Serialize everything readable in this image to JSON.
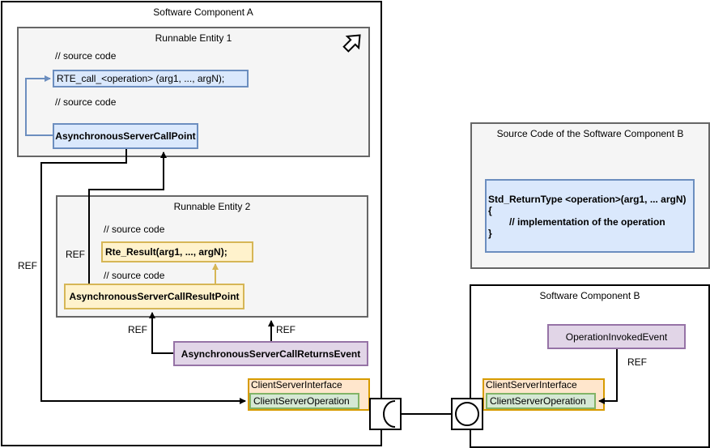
{
  "component_a": {
    "title": "Software Component A",
    "runnable1": {
      "title": "Runnable Entity 1",
      "comment_top": "// source code",
      "rte_call": "RTE_call_<operation> (arg1, ..., argN);",
      "comment_bottom": "// source code",
      "call_point": "AsynchronousServerCallPoint"
    },
    "runnable2": {
      "title": "Runnable Entity 2",
      "comment_top": "// source code",
      "rte_result": "Rte_Result(arg1, ..., argN);",
      "comment_bottom": "// source code",
      "result_point": "AsynchronousServerCallResultPoint"
    },
    "returns_event": "AsynchronousServerCallReturnsEvent",
    "interface": {
      "title": "ClientServerInterface",
      "operation": "ClientServerOperation"
    }
  },
  "component_b": {
    "title": "Software Component B",
    "invoked_event": "OperationInvokedEvent",
    "interface": {
      "title": "ClientServerInterface",
      "operation": "ClientServerOperation"
    }
  },
  "source_b": {
    "title": "Source Code of the Software Component B",
    "line1": "Std_ReturnType <operation>(arg1, ... argN)",
    "line2": "{",
    "line3": "// implementation of the operation",
    "line4": "}"
  },
  "ref_labels": {
    "ref_outer": "REF",
    "ref_call": "REF",
    "ref_event_left": "REF",
    "ref_event_right": "REF",
    "ref_b": "REF"
  },
  "colors": {
    "blue_fill": "#dae8fc",
    "blue_stroke": "#6c8ebf",
    "yellow_fill": "#fff2cc",
    "yellow_stroke": "#d6b656",
    "purple_fill": "#e1d5e7",
    "purple_stroke": "#9673a6",
    "orange_fill": "#ffe6cc",
    "orange_stroke": "#d79b00",
    "green_fill": "#d5e8d4",
    "green_stroke": "#82b366",
    "grey_fill": "#f5f5f5",
    "grey_stroke": "#666666"
  },
  "icons": [
    "expand-arrow-icon",
    "required-port-icon",
    "provided-port-icon"
  ]
}
